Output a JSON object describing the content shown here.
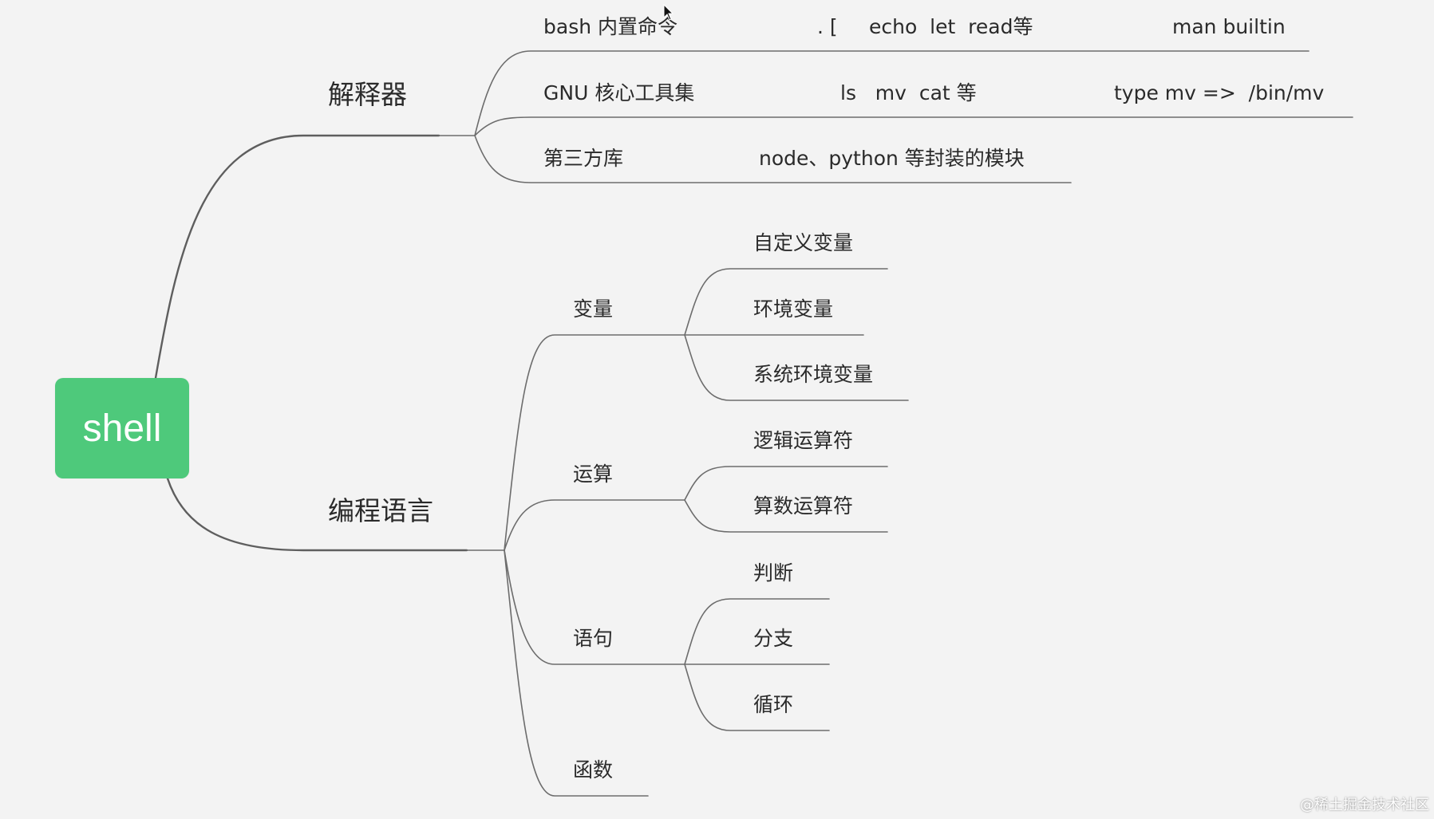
{
  "root": {
    "label": "shell"
  },
  "branches": {
    "interpreter": {
      "label": "解释器",
      "children": [
        {
          "label": "bash 内置命令",
          "notes": [
            ". [",
            "echo  let  read等",
            "man builtin"
          ]
        },
        {
          "label": "GNU 核心工具集",
          "notes": [
            "ls   mv  cat 等",
            "type mv =>  /bin/mv"
          ]
        },
        {
          "label": "第三方库",
          "notes": [
            "node、python 等封装的模块"
          ]
        }
      ]
    },
    "language": {
      "label": "编程语言",
      "children": [
        {
          "label": "变量",
          "children": [
            "自定义变量",
            "环境变量",
            "系统环境变量"
          ]
        },
        {
          "label": "运算",
          "children": [
            "逻辑运算符",
            "算数运算符"
          ]
        },
        {
          "label": "语句",
          "children": [
            "判断",
            "分支",
            "循环"
          ]
        },
        {
          "label": "函数",
          "children": []
        }
      ]
    }
  },
  "watermark": "@稀土掘金技术社区",
  "colors": {
    "root_fill": "#4ec97b",
    "root_text": "#ffffff",
    "link": "#6c6c6c",
    "background": "#f3f3f3"
  },
  "icons": {
    "pointer": "cursor-arrow-icon"
  }
}
